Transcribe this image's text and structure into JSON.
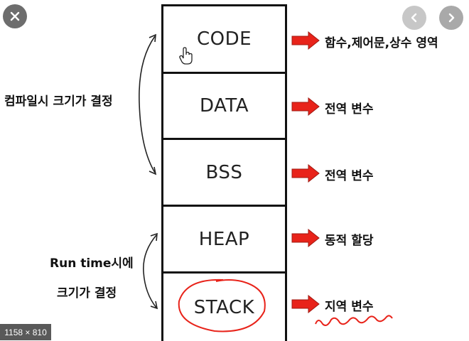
{
  "diagram": {
    "segments": [
      {
        "name": "CODE",
        "desc": "함수,제어문,상수 영역"
      },
      {
        "name": "DATA",
        "desc": "전역 변수"
      },
      {
        "name": "BSS",
        "desc": "전역 변수"
      },
      {
        "name": "HEAP",
        "desc": "동적 할당"
      },
      {
        "name": "STACK",
        "desc": "지역 변수"
      }
    ],
    "compile_note": "컴파일시 크기가 결정",
    "runtime_note_line1": "Run time시에",
    "runtime_note_line2": "크기가 결정"
  },
  "viewer": {
    "close_icon": "close-icon",
    "prev_icon": "chevron-left-icon",
    "next_icon": "chevron-right-icon",
    "dimensions_badge": "1158 × 810"
  },
  "colors": {
    "arrow": "#e8231a",
    "annotation": "#e8231a"
  }
}
